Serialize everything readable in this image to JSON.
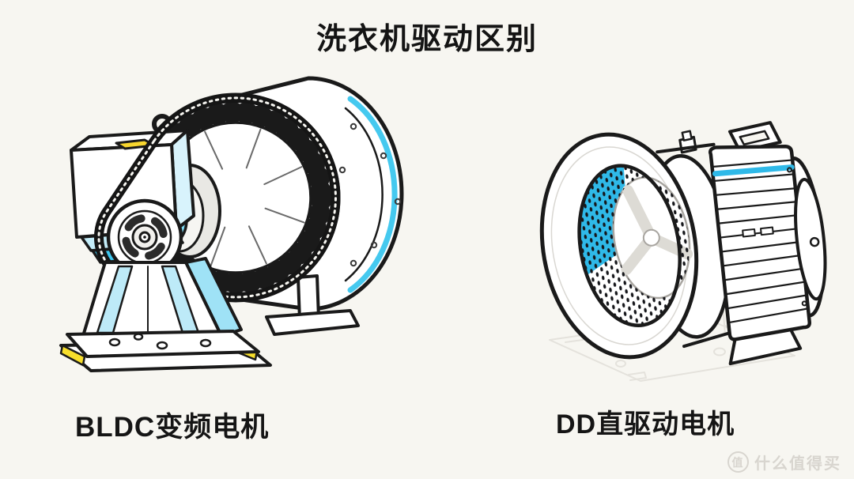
{
  "page": {
    "title": "洗衣机驱动区别",
    "background_color": "#f7f6f1"
  },
  "figures": {
    "left": {
      "caption": "BLDC变频电机",
      "illustration": "belt-drive-motor-with-pulley-belt-and-drum"
    },
    "right": {
      "caption": "DD直驱动电机",
      "illustration": "direct-drive-motor-mounted-on-drum"
    }
  },
  "watermark": {
    "badge_glyph": "值",
    "site_name": "什么值得买"
  },
  "colors": {
    "outline": "#1a1a1a",
    "accent_cyan": "#2fb9e8",
    "accent_cyan_light": "#c4edf9",
    "accent_yellow": "#f7d62e",
    "ghost_line": "#e3e0da"
  }
}
